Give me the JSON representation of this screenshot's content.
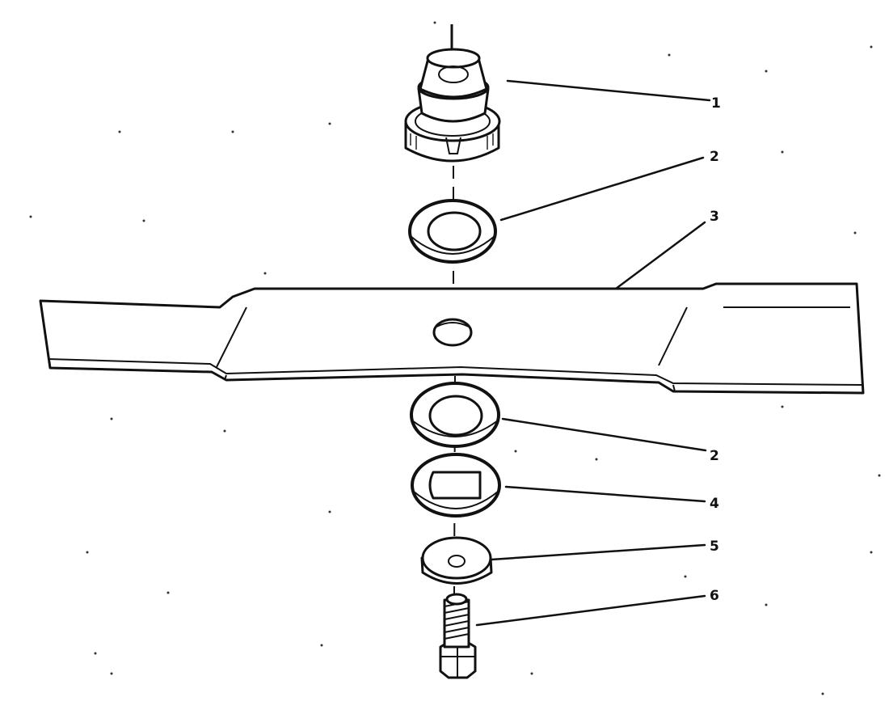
{
  "callouts": [
    {
      "key": "c1",
      "label": "1"
    },
    {
      "key": "c2a",
      "label": "2"
    },
    {
      "key": "c3",
      "label": "3"
    },
    {
      "key": "c2b",
      "label": "2"
    },
    {
      "key": "c4",
      "label": "4"
    },
    {
      "key": "c5",
      "label": "5"
    },
    {
      "key": "c6",
      "label": "6"
    }
  ]
}
